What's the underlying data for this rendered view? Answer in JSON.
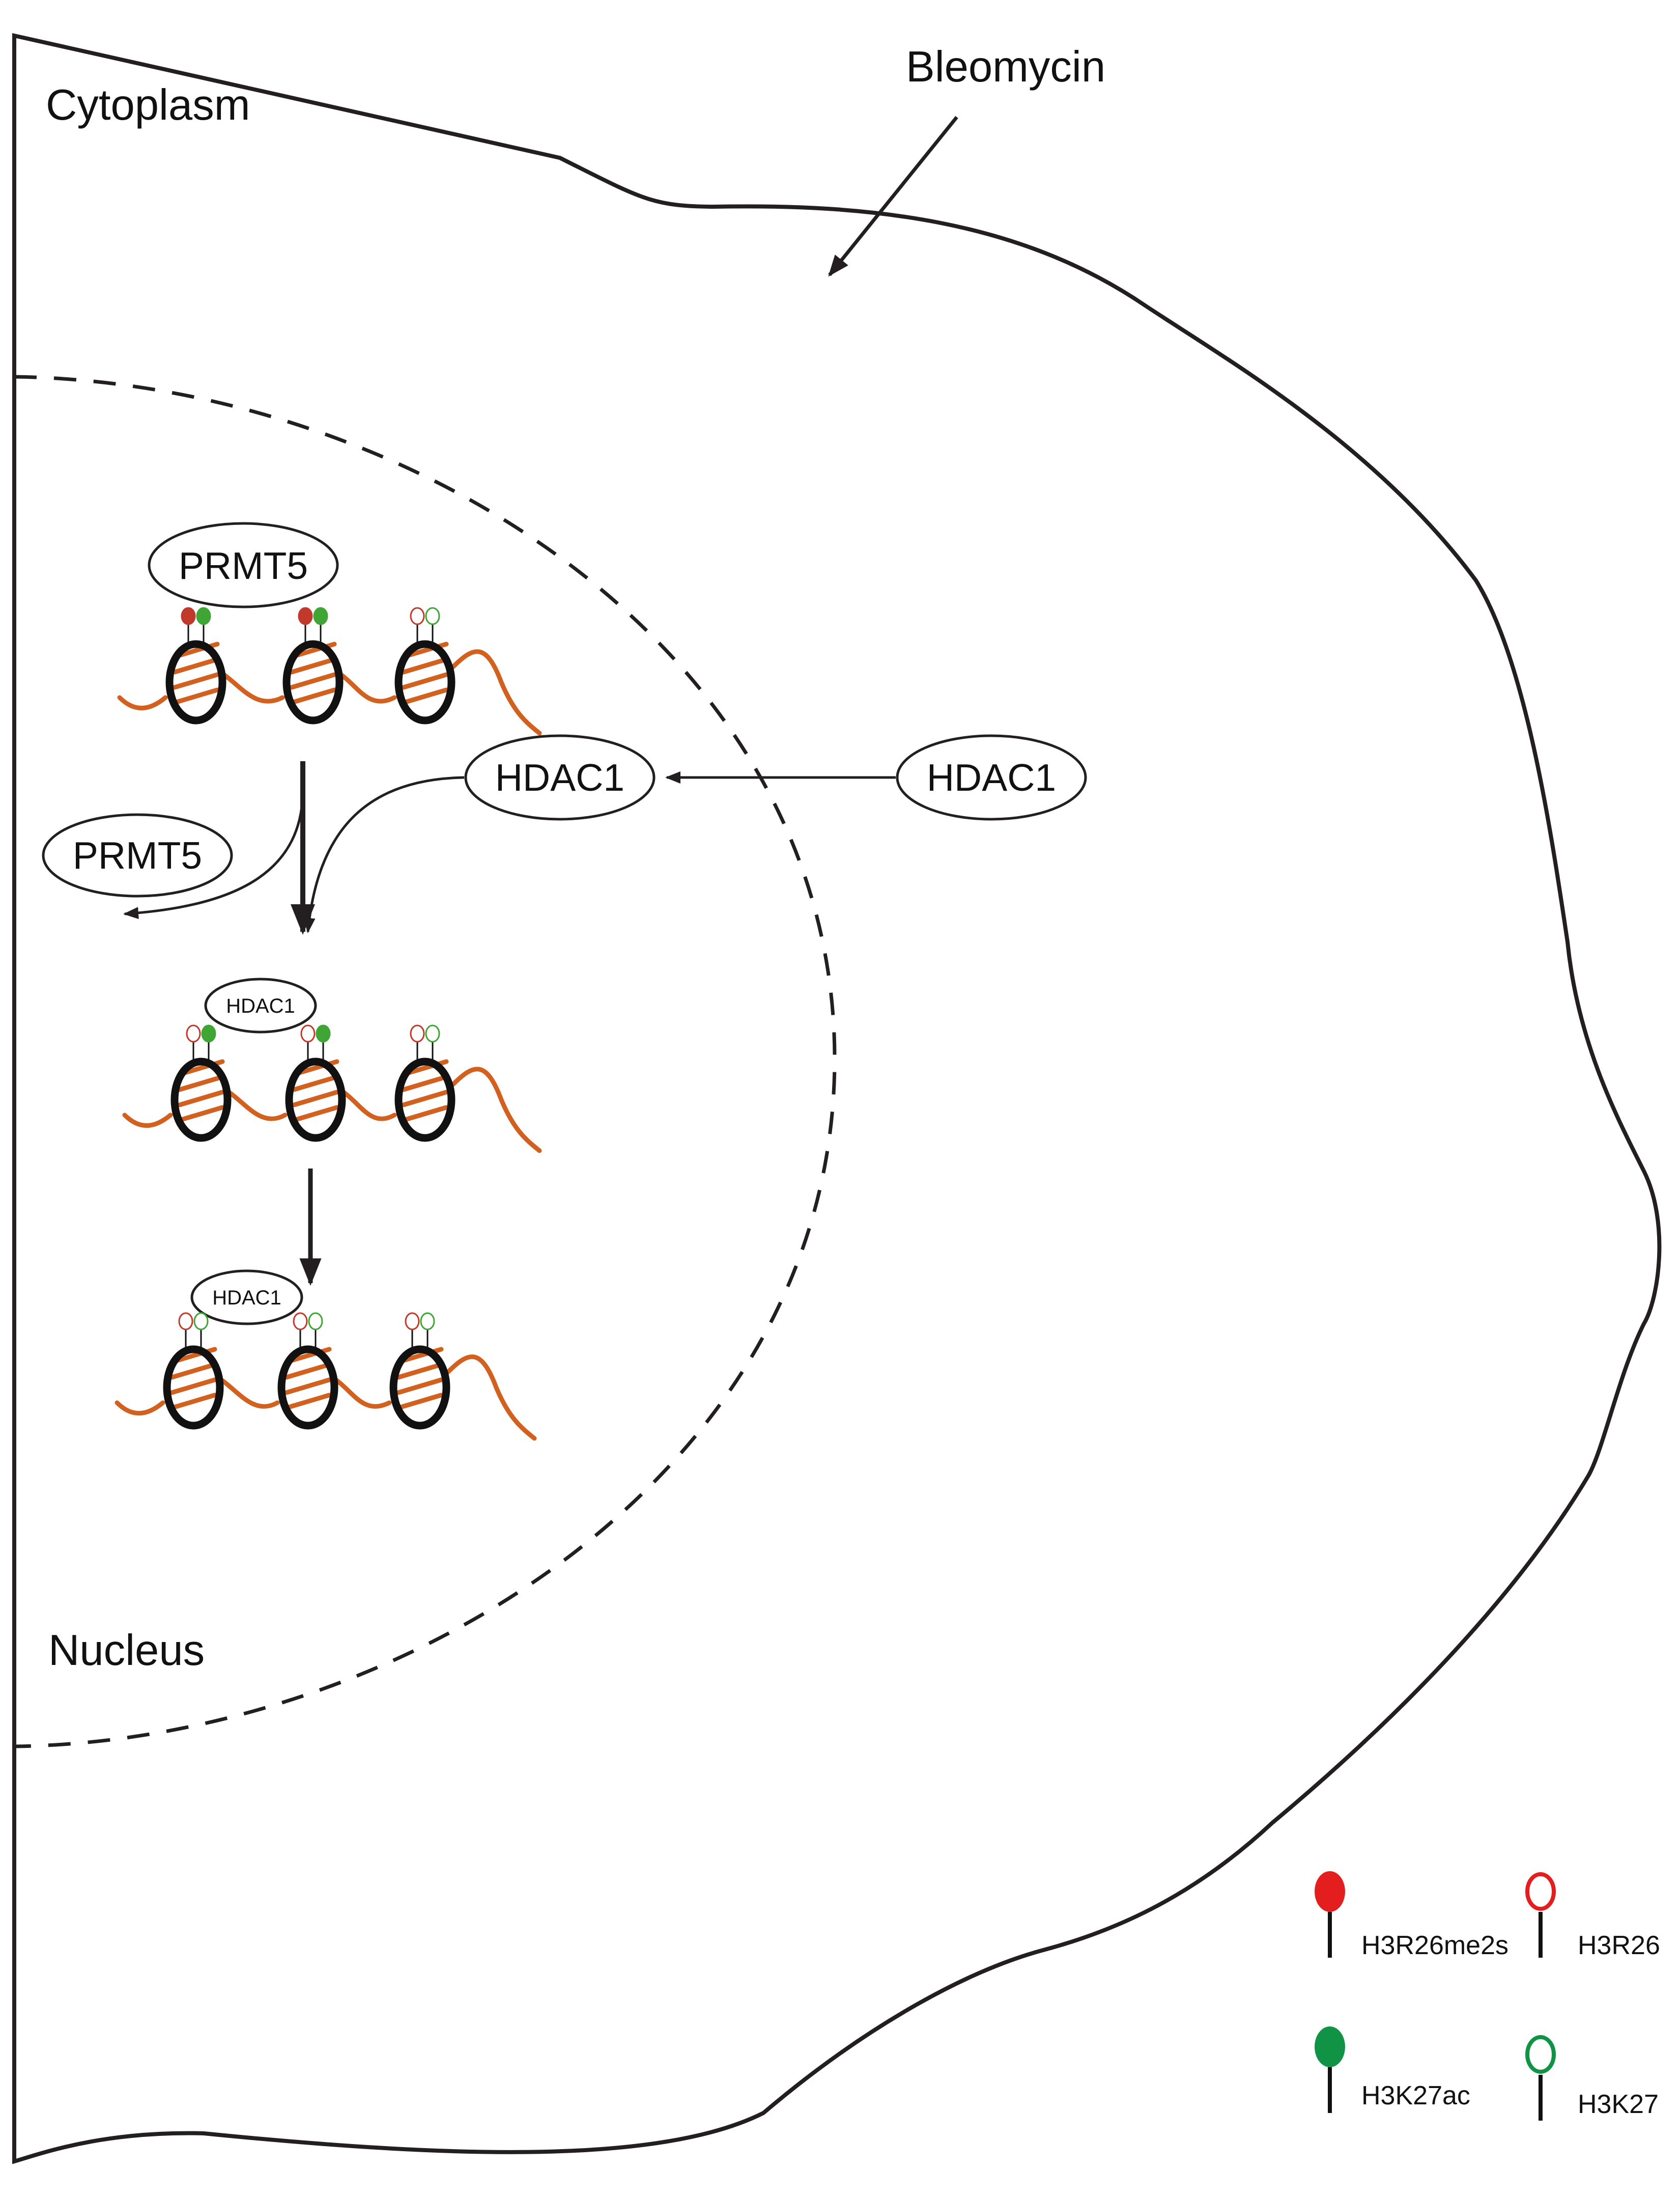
{
  "labels": {
    "cytoplasm": "Cytoplasm",
    "bleomycin": "Bleomycin",
    "nucleus": "Nucleus"
  },
  "proteins": {
    "prmt5_top": "PRMT5",
    "prmt5_released": "PRMT5",
    "hdac1_nuclear": "HDAC1",
    "hdac1_cytoplasmic": "HDAC1",
    "hdac1_stage2": "HDAC1",
    "hdac1_stage3": "HDAC1"
  },
  "legend": {
    "h3r26me2s": "H3R26me2s",
    "h3r26": "H3R26",
    "h3k27ac": "H3K27ac",
    "h3k27": "H3K27"
  },
  "colors": {
    "outline": "#231f20",
    "dna": "#d2601e",
    "nucleosome_rim": "#111111",
    "methyl_mark": "#c0392b",
    "acetyl_mark": "#3fa535",
    "legend_red": "#e41e1e",
    "legend_green": "#109345"
  },
  "nucleosome_rows": [
    {
      "marks": [
        [
          "filled",
          "filled"
        ],
        [
          "filled",
          "filled"
        ],
        [
          "empty",
          "empty"
        ]
      ]
    },
    {
      "marks": [
        [
          "empty",
          "filled"
        ],
        [
          "empty",
          "filled"
        ],
        [
          "empty",
          "empty"
        ]
      ]
    },
    {
      "marks": [
        [
          "empty",
          "empty"
        ],
        [
          "empty",
          "empty"
        ],
        [
          "empty",
          "empty"
        ]
      ]
    }
  ]
}
